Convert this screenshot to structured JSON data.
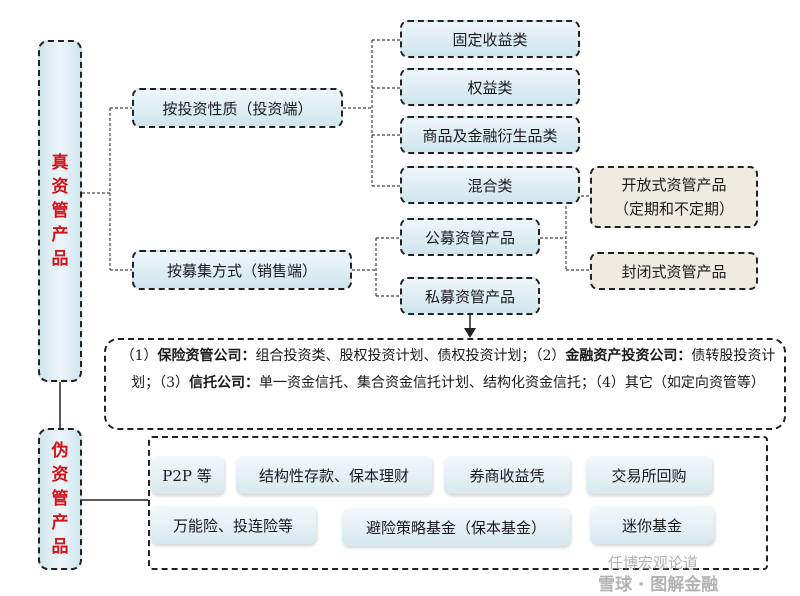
{
  "real": {
    "title": "真资管产品"
  },
  "fake": {
    "title": "伪资管产品"
  },
  "branches": {
    "nature": "按投资性质（投资端）",
    "raise": "按募集方式（销售端）"
  },
  "nature_items": [
    "固定收益类",
    "权益类",
    "商品及金融衍生品类",
    "混合类"
  ],
  "raise_items": {
    "public": "公募资管产品",
    "private": "私募资管产品"
  },
  "public_items": {
    "open_line1": "开放式资管产品",
    "open_line2": "（定期和不定期）",
    "closed": "封闭式资管产品"
  },
  "private_desc": {
    "p1": "（1）",
    "b1": "保险资管公司：",
    "t1": "组合投资类、股权投资计划、债权投资计划；（2）",
    "b2": "金融资产投资公司：",
    "t2": "债转股投资计划；（3）",
    "b3": "信托公司：",
    "t3": "单一资金信托、集合资金信托计划、结构化资金信托；（4）其它（如定向资管等）"
  },
  "fake_items": {
    "p2p": "P2P 等",
    "structured": "结构性存款、保本理财",
    "broker": "券商收益凭",
    "exchange": "交易所回购",
    "insurance": "万能险、投连险等",
    "hedge": "避险策略基金（保本基金）",
    "mini": "迷你基金"
  },
  "watermark": {
    "line1": "任博宏观论道",
    "line2": "雪球 · 图解金融"
  }
}
